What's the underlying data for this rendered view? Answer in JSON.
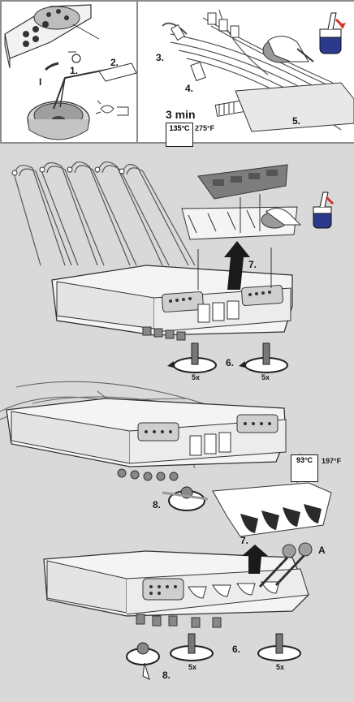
{
  "steps": {
    "s1": "1.",
    "s2": "2.",
    "s3": "3.",
    "s4": "4.",
    "s5": "5.",
    "s6a": "6.",
    "s7a": "7.",
    "s8a": "8.",
    "s7b": "7.",
    "s6b": "6.",
    "s8b": "8."
  },
  "labels": {
    "roman_one": "I",
    "duration": "3 min",
    "autoclave_c": "135°C",
    "autoclave_f": "275°F",
    "wash_c": "93°C",
    "wash_f": "197°F",
    "count_a1": "5x",
    "count_a2": "5x",
    "count_b1": "5x",
    "count_b2": "5x",
    "marker_a": "A"
  },
  "icons": [
    "spray-bottle-icon",
    "wipe-hand-icon",
    "autoclave-icon",
    "washer-disinfector-icon",
    "rotate-arrow-icon"
  ]
}
